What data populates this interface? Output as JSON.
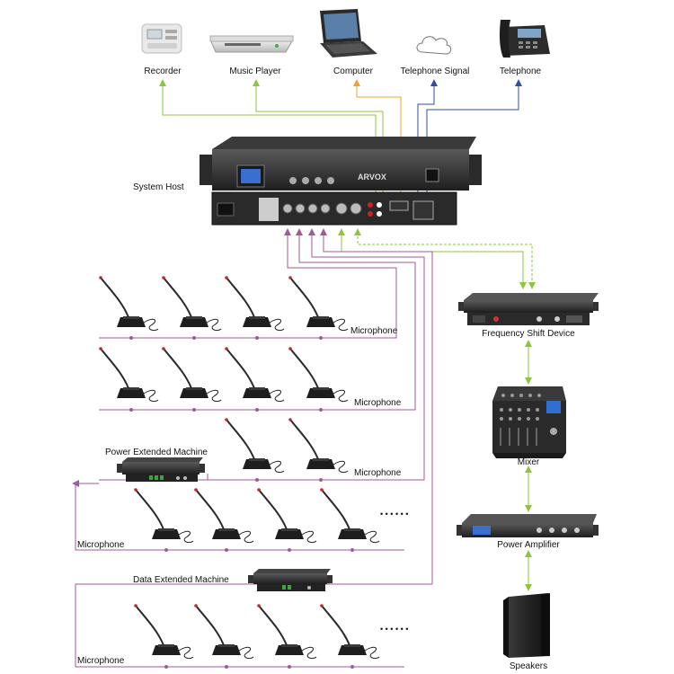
{
  "colors": {
    "green": "#8cc63f",
    "orange": "#f0a030",
    "blue": "#2f4fa0",
    "purple": "#a05a9a",
    "device_dark": "#2b2b2b",
    "device_mid": "#4a4a4a",
    "screen_blue": "#3a6fd0"
  },
  "sources": [
    {
      "label": "Recorder",
      "icon": "recorder-icon"
    },
    {
      "label": "Music Player",
      "icon": "music-player-icon"
    },
    {
      "label": "Computer",
      "icon": "laptop-icon"
    },
    {
      "label": "Telephone Signal",
      "icon": "cloud-icon"
    },
    {
      "label": "Telephone",
      "icon": "telephone-icon"
    }
  ],
  "host": {
    "label": "System Host",
    "brand": "ARVOX"
  },
  "chain": {
    "frequency_shift": "Frequency Shift Device",
    "mixer": "Mixer",
    "power_amplifier": "Power Amplifier",
    "speakers": "Speakers"
  },
  "microphone_label": "Microphone",
  "power_extended": "Power Extended Machine",
  "data_extended": "Data Extended Machine",
  "ellipsis": "• • • • • •"
}
